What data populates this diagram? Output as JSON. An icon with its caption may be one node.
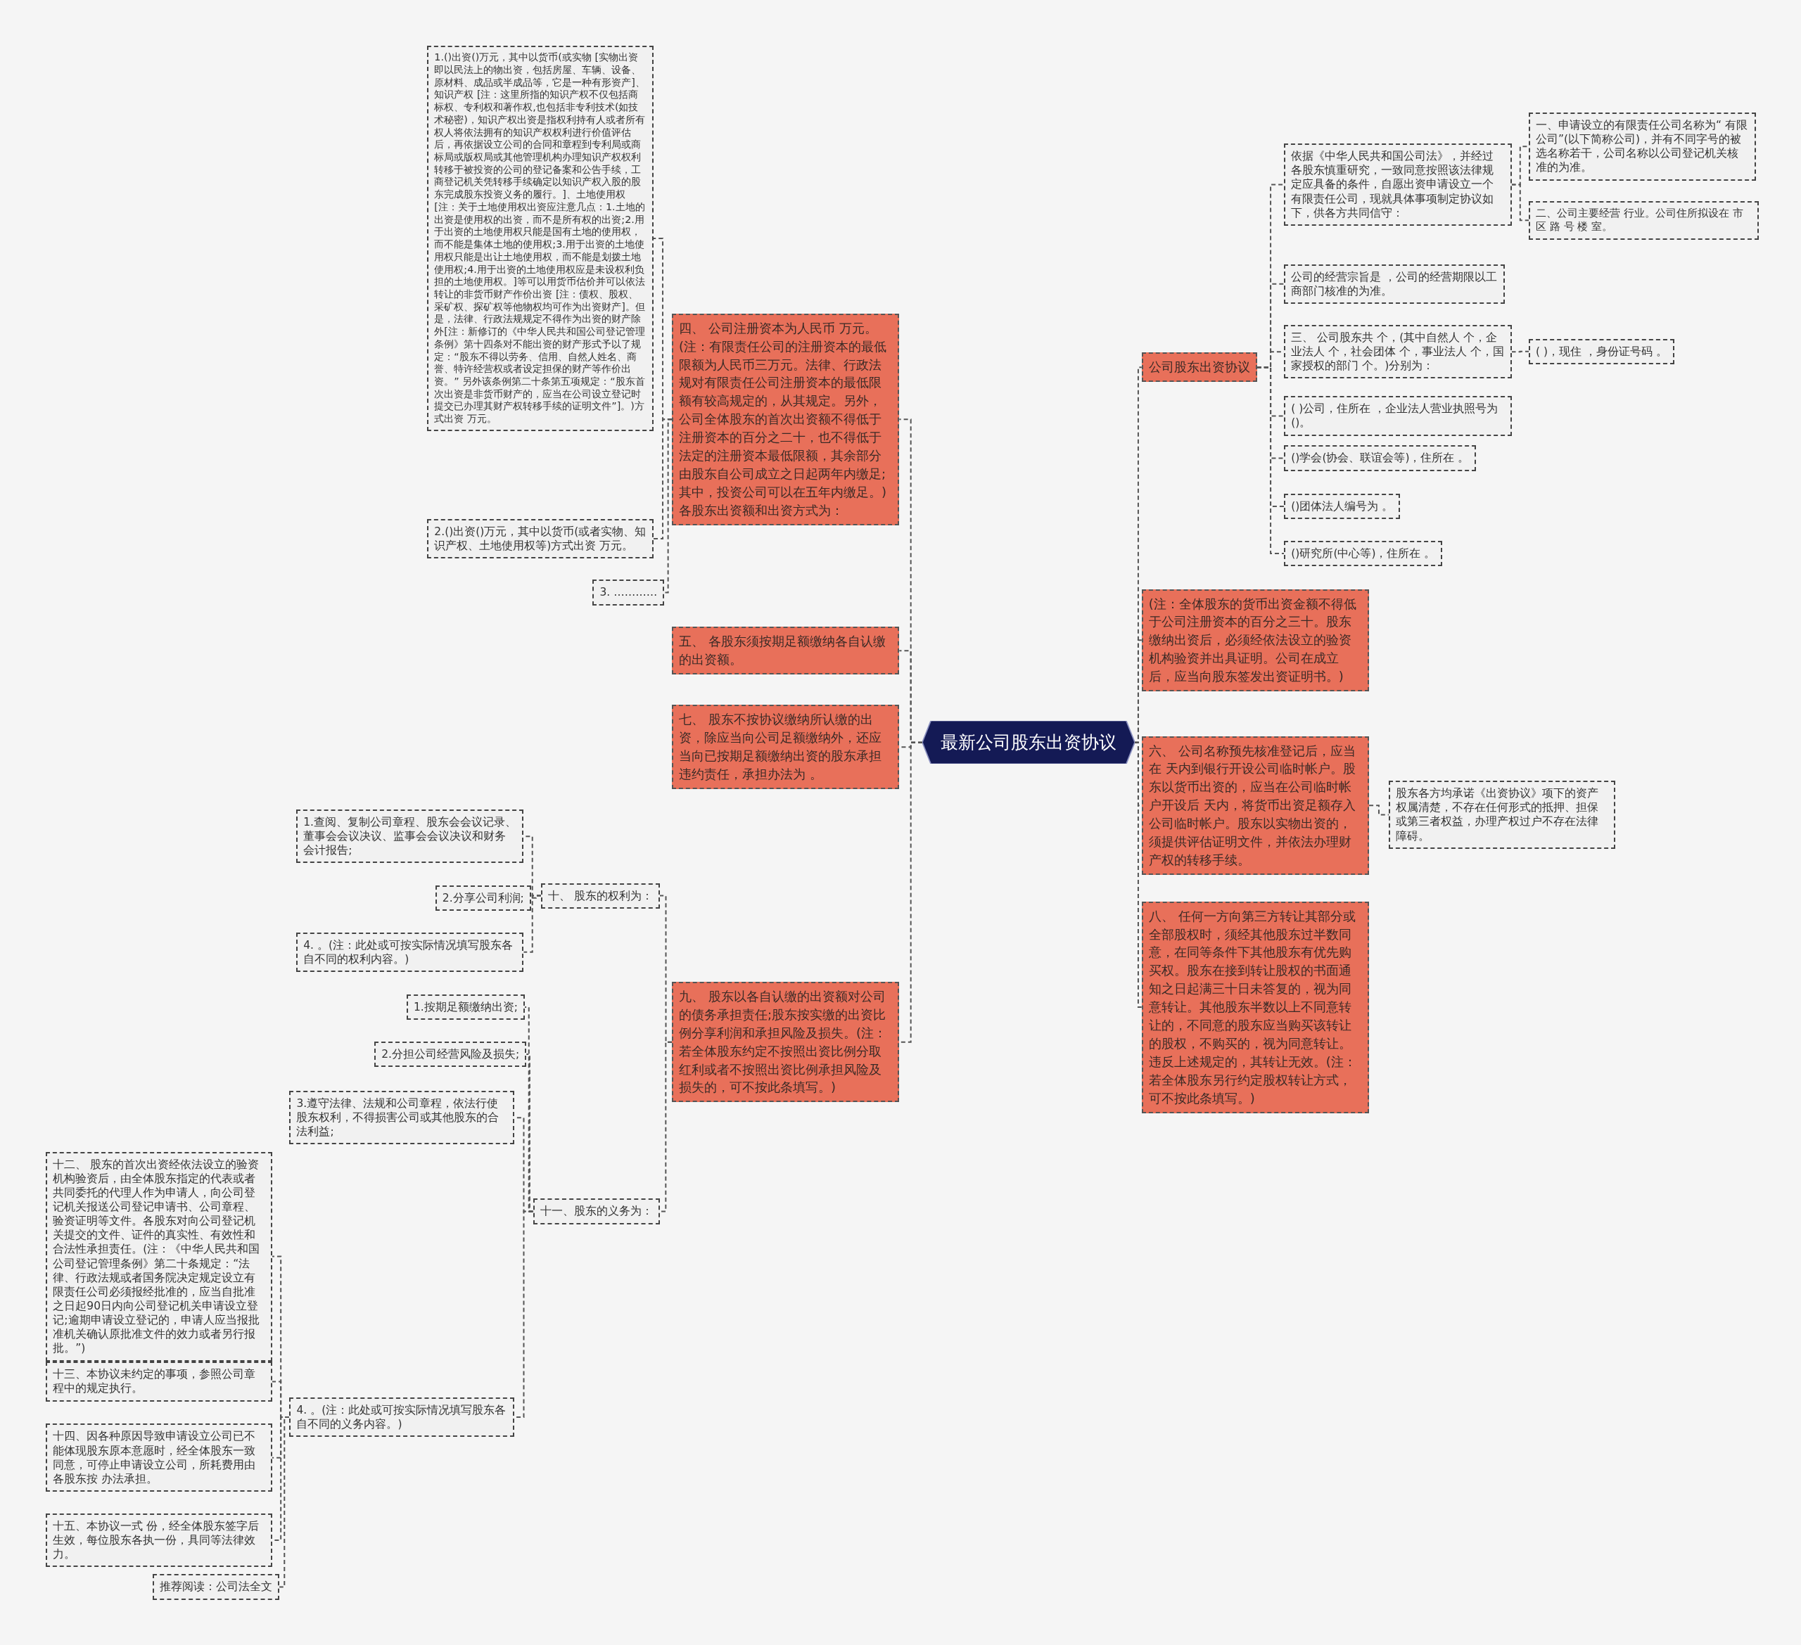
{
  "diagram": {
    "nodes": [
      {
        "text": [
          "最新公司股东出资协议"
        ]
      },
      {
        "text": [
          "公司股东出资协议"
        ]
      },
      {
        "text": [
          "依据《中华人民共和国公司法》，并经过各股东慎重研究，一致同意按照该法律规定应具备的条件，自愿出资申请设立一个有限责任公司，现就具体事项制定协议如下，供各方共同信守："
        ]
      },
      {
        "text": [
          "一、申请设立的有限责任公司名称为“ 有限公司”(以下简称公司)，并有不同字号的被选名称若干，公司名称以公司登记机关核准的为准。"
        ]
      },
      {
        "text": [
          "二、公司主要经营 行业。公司住所拟设在 市区 路 号 楼 室。"
        ]
      },
      {
        "text": [
          "公司的经营宗旨是 ，公司的经营期限以工商部门核准的为准。"
        ]
      },
      {
        "text": [
          "三、 公司股东共 个，(其中自然人 个，企业法人 个，社会团体 个，事业法人 个，国家授权的部门 个。)分别为："
        ]
      },
      {
        "text": [
          "( )，现住 ，身份证号码 。"
        ]
      },
      {
        "text": [
          "( )公司，住所在 ，企业法人营业执照号为()。"
        ]
      },
      {
        "text": [
          "()学会(协会、联谊会等)，住所在 。"
        ]
      },
      {
        "text": [
          "()团体法人编号为 。"
        ]
      },
      {
        "text": [
          "()研究所(中心等)，住所在 。"
        ]
      },
      {
        "text": [
          "(注：全体股东的货币出资金额不得低于公司注册资本的百分之三十。股东缴纳出资后，必须经依法设立的验资机构验资并出具证明。公司在成立后，应当向股东签发出资证明书。)"
        ]
      },
      {
        "text": [
          "六、 公司名称预先核准登记后，应当在 天内到银行开设公司临时帐户。股东以货币出资的，应当在公司临时帐户开设后 天内，将货币出资足额存入公司临时帐户。股东以实物出资的，须提供评估证明文件，并依法办理财产权的转移手续。"
        ]
      },
      {
        "text": [
          "股东各方均承诺《出资协议》项下的资产权属清楚，不存在任何形式的抵押、担保或第三者权益，办理产权过户不存在法律障碍。"
        ]
      },
      {
        "text": [
          "八、 任何一方向第三方转让其部分或全部股权时，须经其他股东过半数同意，在同等条件下其他股东有优先购买权。股东在接到转让股权的书面通知之日起满三十日未答复的，视为同意转让。其他股东半数以上不同意转让的，不同意的股东应当购买该转让的股权，不购买的，视为同意转让。违反上述规定的，其转让无效。(注：若全体股东另行约定股权转让方式，可不按此条填写。)"
        ]
      },
      {
        "text": [
          "四、 公司注册资本为人民币 万元。(注：有限责任公司的注册资本的最低限额为人民币三万元。法律、行政法规对有限责任公司注册资本的最低限额有较高规定的，从其规定。另外，公司全体股东的首次出资额不得低于注册资本的百分之二十，也不得低于法定的注册资本最低限额，其余部分由股东自公司成立之日起两年内缴足;其中，投资公司可以在五年内缴足。)各股东出资额和出资方式为："
        ]
      },
      {
        "text": [
          "1.()出资()万元，其中以货币(或实物 [实物出资即以民法上的物出资，包括房屋、车辆、设备、原材料、成品或半成品等，它是一种有形资产]、知识产权 [注：这里所指的知识产权不仅包括商标权、专利权和著作权,也包括非专利技术(如技术秘密)，知识产权出资是指权利持有人或者所有权人将依法拥有的知识产权权利进行价值评估后，再依据设立公司的合同和章程到专利局或商标局或版权局或其他管理机构办理知识产权权利转移于被投资的公司的登记备案和公告手续，工商登记机关凭转移手续确定以知识产权入股的股东完成股东投资义务的履行。]、土地使用权 [注：关于土地使用权出资应注意几点：1.土地的出资是使用权的出资，而不是所有权的出资;2.用于出资的土地使用权只能是国有土地的使用权，而不能是集体土地的使用权;3.用于出资的土地使用权只能是出让土地使用权，而不能是划拨土地使用权;4.用于出资的土地使用权应是未设权利负担的土地使用权。]等可以用货币估价并可以依法转让的非货币财产作价出资 [注：债权、股权、采矿权、探矿权等他物权均可作为出资财产]。但是，法律、行政法规规定不得作为出资的财产除外[注：新修订的《中华人民共和国公司登记管理条例》第十四条对不能出资的财产形式予以了规定：“股东不得以劳务、信用、自然人姓名、商誉、特许经营权或者设定担保的财产等作价出资。” 另外该条例第二十条第五项规定：“股东首次出资是非货币财产的，应当在公司设立登记时提交已办理其财产权转移手续的证明文件”]。)方式出资 万元。"
        ]
      },
      {
        "text": [
          "2.()出资()万元，其中以货币(或者实物、知识产权、土地使用权等)方式出资 万元。"
        ]
      },
      {
        "text": [
          "3. …………"
        ]
      },
      {
        "text": [
          "五、 各股东须按期足额缴纳各自认缴的出资额。"
        ]
      },
      {
        "text": [
          "七、 股东不按协议缴纳所认缴的出资，除应当向公司足额缴纳外，还应当向已按期足额缴纳出资的股东承担违约责任，承担办法为 。"
        ]
      },
      {
        "text": [
          "九、 股东以各自认缴的出资额对公司的债务承担责任;股东按实缴的出资比例分享利润和承担风险及损失。(注：若全体股东约定不按照出资比例分取红利或者不按照出资比例承担风险及损失的，可不按此条填写。)"
        ]
      },
      {
        "text": [
          "十、 股东的权利为："
        ]
      },
      {
        "text": [
          "1.查阅、复制公司章程、股东会会议记录、董事会会议决议、监事会会议决议和财务会计报告;"
        ]
      },
      {
        "text": [
          "2.分享公司利润;"
        ]
      },
      {
        "text": [
          "4. 。(注：此处或可按实际情况填写股东各自不同的权利内容。)"
        ]
      },
      {
        "text": [
          "十一、股东的义务为："
        ]
      },
      {
        "text": [
          "1.按期足额缴纳出资;"
        ]
      },
      {
        "text": [
          "2.分担公司经营风险及损失;"
        ]
      },
      {
        "text": [
          "3.遵守法律、法规和公司章程，依法行使股东权利，不得损害公司或其他股东的合法利益;"
        ]
      },
      {
        "text": [
          "4. 。(注：此处或可按实际情况填写股东各自不同的义务内容。)"
        ]
      },
      {
        "text": [
          "十二、 股东的首次出资经依法设立的验资机构验资后，由全体股东指定的代表或者共同委托的代理人作为申请人，向公司登记机关报送公司登记申请书、公司章程、验资证明等文件。各股东对向公司登记机关提交的文件、证件的真实性、有效性和合法性承担责任。(注：《中华人民共和国公司登记管理条例》第二十条规定：“法律、行政法规或者国务院决定规定设立有限责任公司必须报经批准的，应当自批准之日起90日内向公司登记机关申请设立登记;逾期申请设立登记的，申请人应当报批准机关确认原批准文件的效力或者另行报批。”)"
        ]
      },
      {
        "text": [
          "十三、本协议未约定的事项，参照公司章程中的规定执行。"
        ]
      },
      {
        "text": [
          "十四、因各种原因导致申请设立公司已不能体现股东原本意愿时，经全体股东一致同意，可停止申请设立公司，所耗费用由各股东按 办法承担。"
        ]
      },
      {
        "text": [
          "十五、本协议一式 份，经全体股东签字后生效，每位股东各执一份，具同等法律效力。"
        ]
      },
      {
        "text": [
          "推荐阅读：公司法全文"
        ]
      }
    ],
    "edges": [
      {
        "from": 0,
        "to": 1,
        "arrow": "none"
      },
      {
        "from": 0,
        "to": 12,
        "arrow": "none"
      },
      {
        "from": 0,
        "to": 13,
        "arrow": "none"
      },
      {
        "from": 0,
        "to": 15,
        "arrow": "none"
      },
      {
        "from": 0,
        "to": 16,
        "arrow": "none"
      },
      {
        "from": 0,
        "to": 20,
        "arrow": "none"
      },
      {
        "from": 0,
        "to": 21,
        "arrow": "none"
      },
      {
        "from": 0,
        "to": 22,
        "arrow": "none"
      },
      {
        "from": 1,
        "to": 2,
        "arrow": "none"
      },
      {
        "from": 1,
        "to": 5,
        "arrow": "none"
      },
      {
        "from": 1,
        "to": 6,
        "arrow": "none"
      },
      {
        "from": 1,
        "to": 8,
        "arrow": "none"
      },
      {
        "from": 1,
        "to": 9,
        "arrow": "none"
      },
      {
        "from": 1,
        "to": 10,
        "arrow": "none"
      },
      {
        "from": 1,
        "to": 11,
        "arrow": "none"
      },
      {
        "from": 2,
        "to": 3,
        "arrow": "none"
      },
      {
        "from": 2,
        "to": 4,
        "arrow": "none"
      },
      {
        "from": 6,
        "to": 7,
        "arrow": "none"
      },
      {
        "from": 13,
        "to": 14,
        "arrow": "none"
      },
      {
        "from": 16,
        "to": 17,
        "arrow": "none"
      },
      {
        "from": 16,
        "to": 18,
        "arrow": "none"
      },
      {
        "from": 16,
        "to": 19,
        "arrow": "none"
      },
      {
        "from": 22,
        "to": 23,
        "arrow": "none"
      },
      {
        "from": 22,
        "to": 27,
        "arrow": "none"
      },
      {
        "from": 23,
        "to": 24,
        "arrow": "none"
      },
      {
        "from": 23,
        "to": 25,
        "arrow": "none"
      },
      {
        "from": 23,
        "to": 26,
        "arrow": "none"
      },
      {
        "from": 27,
        "to": 28,
        "arrow": "none"
      },
      {
        "from": 27,
        "to": 29,
        "arrow": "none"
      },
      {
        "from": 27,
        "to": 30,
        "arrow": "none"
      },
      {
        "from": 27,
        "to": 31,
        "arrow": "none"
      },
      {
        "from": 31,
        "to": 32,
        "arrow": "none"
      },
      {
        "from": 31,
        "to": 33,
        "arrow": "none"
      },
      {
        "from": 31,
        "to": 34,
        "arrow": "none"
      },
      {
        "from": 31,
        "to": 35,
        "arrow": "none"
      },
      {
        "from": 31,
        "to": 36,
        "arrow": "none"
      }
    ]
  }
}
